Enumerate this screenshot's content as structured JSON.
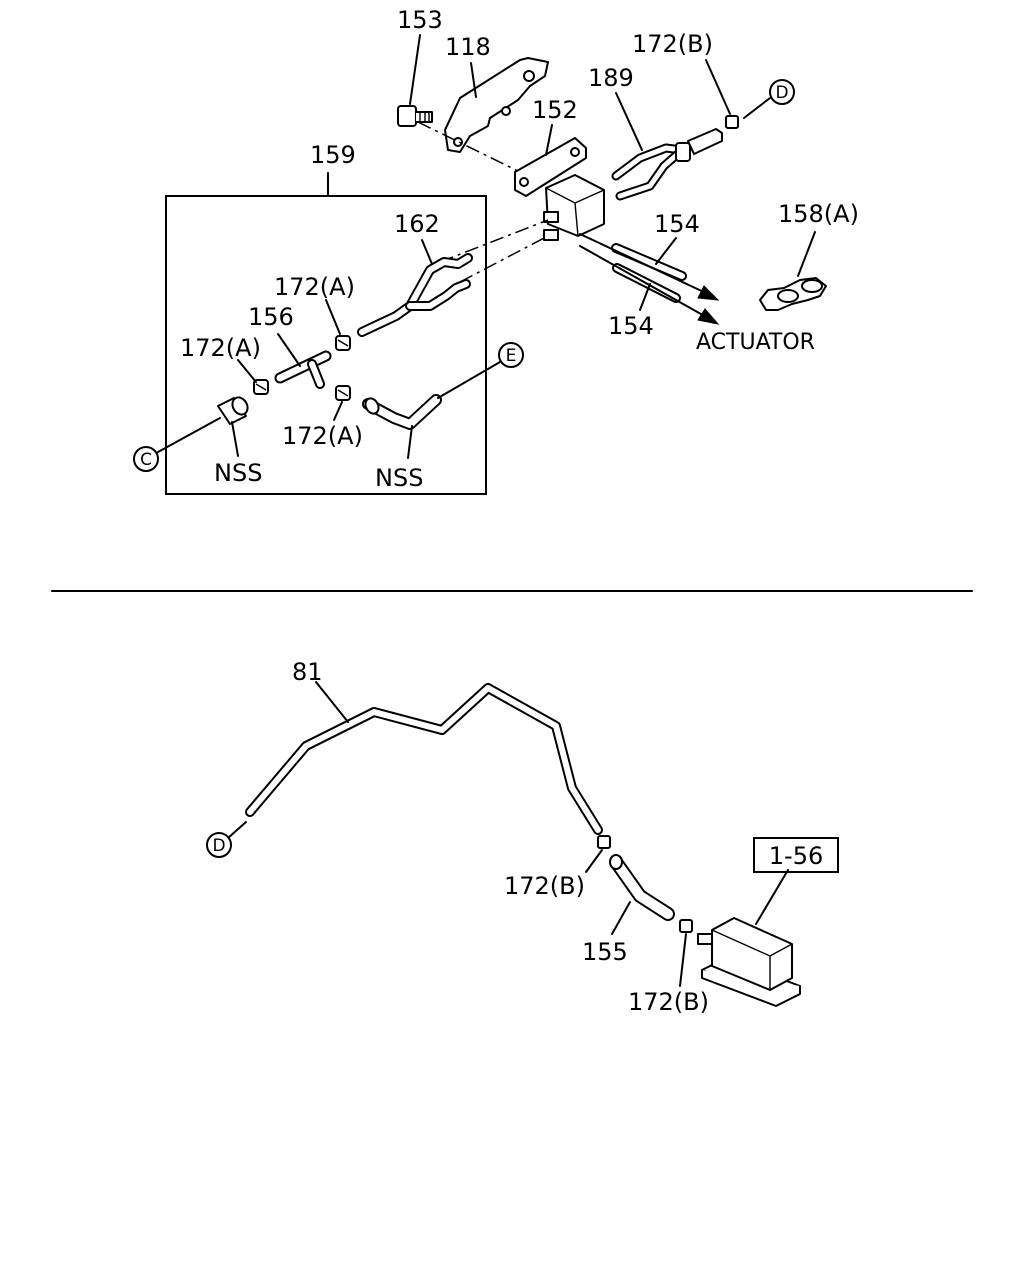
{
  "upper": {
    "box_label": "159",
    "labels": {
      "p153": "153",
      "p118": "118",
      "p152": "152",
      "p189": "189",
      "p172b_top": "172(B)",
      "p158a": "158(A)",
      "p162": "162",
      "p154_upper": "154",
      "p154_lower": "154",
      "actuator": "ACTUATOR",
      "p172a_1": "172(A)",
      "p156": "156",
      "p172a_2": "172(A)",
      "p172a_3": "172(A)",
      "nss_1": "NSS",
      "nss_2": "NSS"
    },
    "refs": {
      "c": "C",
      "d": "D",
      "e": "E"
    }
  },
  "lower": {
    "labels": {
      "p81": "81",
      "p172b_1": "172(B)",
      "p155": "155",
      "p172b_2": "172(B)",
      "p1_56": "1-56"
    },
    "refs": {
      "d": "D"
    }
  }
}
